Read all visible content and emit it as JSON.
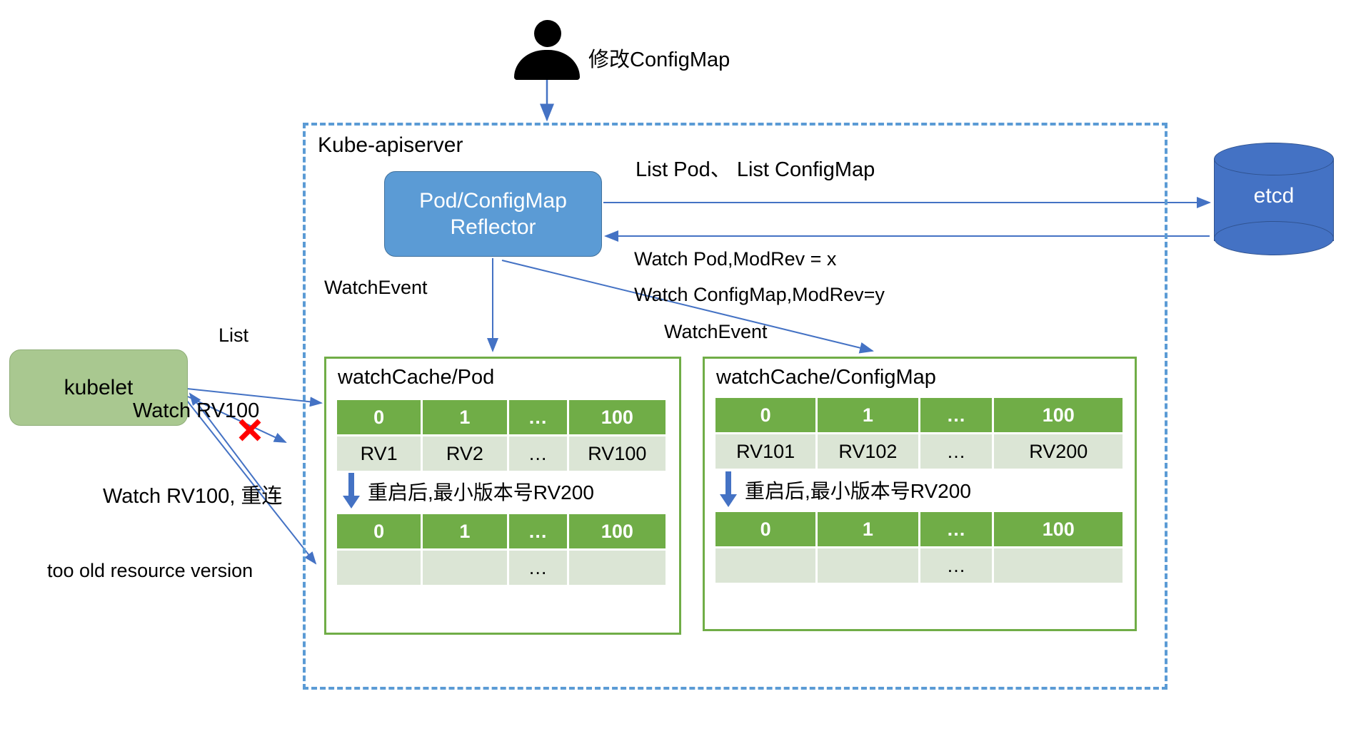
{
  "actor": {
    "icon": "person-icon",
    "action_label": "修改ConfigMap"
  },
  "apiserver": {
    "title": "Kube-apiserver"
  },
  "reflector": {
    "line1": "Pod/ConfigMap",
    "line2": "Reflector"
  },
  "etcd": {
    "label": "etcd"
  },
  "kubelet": {
    "label": "kubelet"
  },
  "edge_labels": {
    "list_pod_configmap": "List Pod、 List ConfigMap",
    "watch_pod_modrev": "Watch Pod,ModRev = x",
    "watch_configmap_modrev": "Watch ConfigMap,ModRev=y",
    "watch_event_left": "WatchEvent",
    "watch_event_right": "WatchEvent",
    "list": "List",
    "watch_rv100": "Watch RV100",
    "watch_rv100_reconnect": "Watch RV100, 重连",
    "too_old_resource_version": "too old resource version"
  },
  "caches": [
    {
      "id": "pod",
      "title": "watchCache/Pod",
      "restart_note": "重启后,最小版本号RV200",
      "table_before": {
        "header": [
          "0",
          "1",
          "…",
          "100"
        ],
        "row": [
          "RV1",
          "RV2",
          "…",
          "RV100"
        ]
      },
      "table_after": {
        "header": [
          "0",
          "1",
          "…",
          "100"
        ],
        "row": [
          "",
          "",
          "…",
          ""
        ]
      }
    },
    {
      "id": "configmap",
      "title": "watchCache/ConfigMap",
      "restart_note": "重启后,最小版本号RV200",
      "table_before": {
        "header": [
          "0",
          "1",
          "…",
          "100"
        ],
        "row": [
          "RV101",
          "RV102",
          "…",
          "RV200"
        ]
      },
      "table_after": {
        "header": [
          "0",
          "1",
          "…",
          "100"
        ],
        "row": [
          "",
          "",
          "…",
          ""
        ]
      }
    }
  ],
  "colors": {
    "apiserver_border": "#5b9bd5",
    "reflector_fill": "#5b9bd5",
    "etcd_fill": "#4472c4",
    "kubelet_fill": "#a9c890",
    "table_header": "#70ad47",
    "table_body": "#dbe5d5",
    "cache_border": "#70ad47",
    "arrow": "#4472c4",
    "error_mark": "#ff0000"
  }
}
